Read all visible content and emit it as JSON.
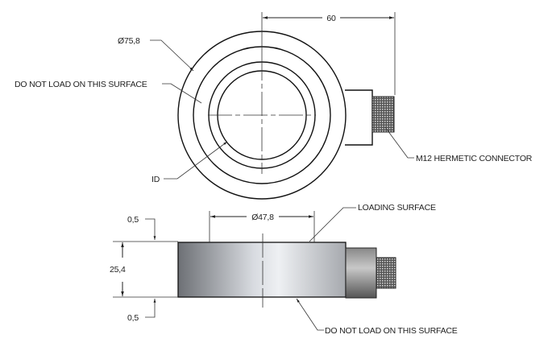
{
  "top_view": {
    "dim_width": "60",
    "dim_outer_diameter": "Ø75,8",
    "note_surface": "DO NOT LOAD ON THIS SURFACE",
    "label_id": "ID",
    "note_connector": "M12 HERMETIC CONNECTOR"
  },
  "side_view": {
    "dim_diameter": "Ø47,8",
    "note_loading": "LOADING SURFACE",
    "dim_top_offset": "0,5",
    "dim_height": "25,4",
    "dim_bottom_offset": "0,5",
    "note_surface": "DO NOT LOAD ON THIS SURFACE"
  }
}
